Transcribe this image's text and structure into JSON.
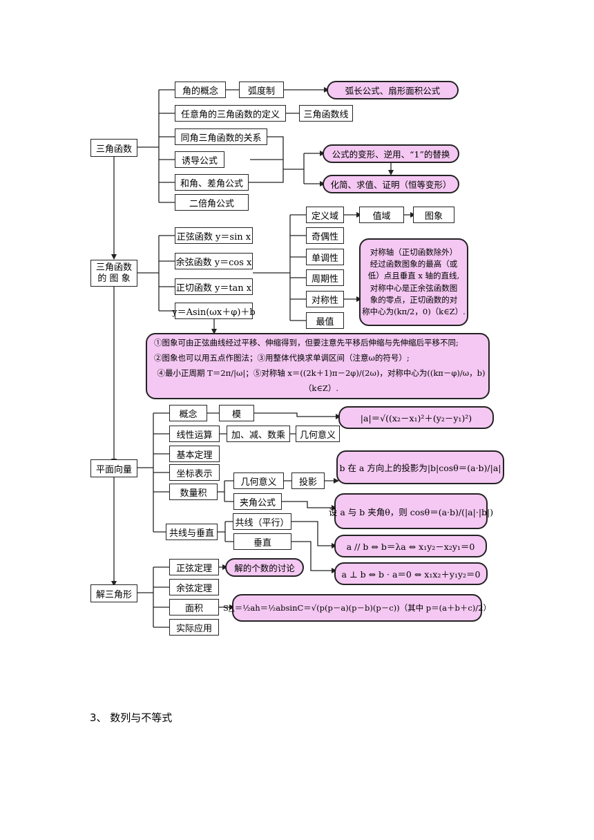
{
  "trig": {
    "title": "三角函数",
    "angle_concept": "角的概念",
    "radian": "弧度制",
    "arc_formula": "弧长公式、扇形面积公式",
    "any_angle_def": "任意角的三角函数的定义",
    "trig_line": "三角函数线",
    "same_angle": "同角三角函数的关系",
    "induction": "诱导公式",
    "sum_diff": "和角、差角公式",
    "double": "二倍角公式",
    "transform": "公式的变形、逆用、“1”的替换",
    "simplify": "化简、求值、证明（恒等变形）"
  },
  "graph": {
    "title_line1": "三角函数",
    "title_line2": "的 图 象",
    "sine": "正弦函数 y＝sin x",
    "cosine": "余弦函数 y＝cos x",
    "tangent": "正切函数 y＝tan x",
    "general": "y＝Asin(ωx＋φ)＋b",
    "domain": "定义域",
    "range": "值域",
    "image": "图象",
    "parity": "奇偶性",
    "monotone": "单调性",
    "period": "周期性",
    "symmetry": "对称性",
    "extreme": "最值",
    "sym_note": [
      "对称轴（正切函数除外）",
      "经过函数图象的最高（或",
      "低）点且垂直 x 轴的直线,",
      "对称中心是正余弦函数图",
      "象的零点，正切函数的对",
      "称中心为(kπ/2，0)（k∈Z）."
    ],
    "big_note": [
      "①图象可由正弦曲线经过平移、伸缩得到，但要注意先平移后伸缩与先伸缩后平移不同;",
      "②图象也可以用五点作图法；③用整体代换求单调区间（注意ω的符号）;",
      "④最小正周期 T＝2π/|ω|；⑤对称轴 x＝((2k＋1)π－2φ)/(2ω)，对称中心为((kπ－φ)/ω，b)（k∈Z）."
    ]
  },
  "vector": {
    "title": "平面向量",
    "concept": "概念",
    "modulus": "模",
    "modulus_formula": "|a|＝√((x₂－x₁)²＋(y₂－y₁)²)",
    "linear_op": "线性运算",
    "add_sub_mul": "加、减、数乘",
    "geo_meaning": "几何意义",
    "basic_theorem": "基本定理",
    "coord": "坐标表示",
    "dot": "数量积",
    "geo_meaning2": "几何意义",
    "projection": "投影",
    "projection_formula": "b 在 a 方向上的投影为|b|cosθ＝(a·b)/|a|",
    "angle_formula_label": "夹角公式",
    "angle_formula": "设 a 与 b 夹角θ，则 cosθ＝(a·b)/(|a|·|b|)",
    "collinear_perp": "共线与垂直",
    "collinear": "共线（平行）",
    "perp": "垂直",
    "parallel_formula": "a // b ⇔ b＝λa ⇔ x₁y₂－x₂y₁＝0",
    "perp_formula": "a ⊥ b ⇔ b · a＝0 ⇔ x₁x₂＋y₁y₂＝0"
  },
  "triangle": {
    "title": "解三角形",
    "sine_law": "正弦定理",
    "sine_law_note": "解的个数的讨论",
    "cosine_law": "余弦定理",
    "area": "面积",
    "area_formula": "S△＝½ah＝½absinC＝√(p(p－a)(p－b)(p－c))（其中 p＝(a＋b＋c)/2）",
    "application": "实际应用"
  },
  "footer": "3、 数列与不等式"
}
